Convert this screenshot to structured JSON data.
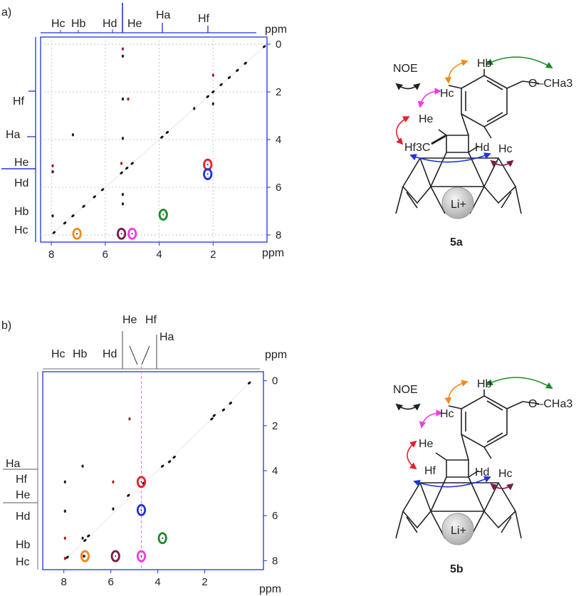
{
  "panels": [
    {
      "label": "a)",
      "compound": "5a",
      "noe_label": "NOE",
      "unit": "ppm",
      "top_projection_labels": [
        "Hc",
        "Hb",
        "Hd",
        "He",
        "Ha",
        "Hf"
      ],
      "left_projection_labels": [
        "Hf",
        "Ha",
        "He",
        "Hd",
        "Hb",
        "Hc"
      ],
      "structure_labels": {
        "hb": "Hb",
        "hc1": "Hc",
        "o_cha3": "O–CHa3",
        "he": "He",
        "hf3c": "Hf3C",
        "hd": "Hd",
        "hc2": "Hc",
        "li": "Li+"
      }
    },
    {
      "label": "b)",
      "compound": "5b",
      "noe_label": "NOE",
      "unit": "ppm",
      "top_projection_labels": [
        "Hc",
        "Hb",
        "Hd",
        "He",
        "Hf",
        "Ha"
      ],
      "left_projection_labels": [
        "Ha",
        "Hf",
        "He",
        "Hd",
        "Hb",
        "Hc"
      ],
      "structure_labels": {
        "hb": "Hb",
        "hc1": "Hc",
        "o_cha3": "O–CHa3",
        "he": "He",
        "hf": "Hf",
        "hd": "Hd",
        "hc2": "Hc",
        "li": "Li+"
      }
    }
  ],
  "chart_data": [
    {
      "type": "scatter",
      "panel": "a)",
      "xlabel": "ppm",
      "ylabel": "ppm",
      "xlim": [
        8.4,
        0.0
      ],
      "ylim": [
        -0.3,
        8.3
      ],
      "xticks": [
        "8",
        "6",
        "4",
        "2"
      ],
      "yticks": [
        "0",
        "2",
        "4",
        "6",
        "8"
      ],
      "grid": true,
      "diagonal": [
        [
          7.9,
          7.9
        ],
        [
          7.5,
          7.5
        ],
        [
          7.2,
          7.2
        ],
        [
          6.8,
          6.8
        ],
        [
          6.4,
          6.4
        ],
        [
          6.1,
          6.1
        ],
        [
          5.4,
          5.4
        ],
        [
          5.2,
          5.2
        ],
        [
          5.0,
          5.0
        ],
        [
          3.9,
          3.9
        ],
        [
          3.7,
          3.7
        ],
        [
          2.2,
          2.2
        ],
        [
          2.0,
          2.0
        ],
        [
          1.7,
          1.7
        ],
        [
          1.4,
          1.4
        ],
        [
          1.1,
          1.1
        ],
        [
          0.8,
          0.8
        ],
        [
          0.1,
          0.1
        ]
      ],
      "cross_peaks": [
        [
          5.35,
          0.2
        ],
        [
          5.35,
          0.5
        ],
        [
          5.35,
          2.3
        ],
        [
          5.15,
          2.3
        ],
        [
          5.35,
          3.95
        ],
        [
          7.2,
          3.8
        ],
        [
          7.95,
          5.1
        ],
        [
          7.95,
          5.35
        ],
        [
          7.95,
          7.2
        ],
        [
          5.4,
          5.0
        ],
        [
          5.35,
          6.3
        ],
        [
          5.35,
          6.7
        ],
        [
          2.0,
          1.3
        ],
        [
          2.0,
          2.5
        ],
        [
          2.7,
          2.7
        ]
      ],
      "noe_markers": [
        {
          "x": 2.2,
          "y": 5.05,
          "color": "#e8202a"
        },
        {
          "x": 2.2,
          "y": 5.45,
          "color": "#1e34e0"
        },
        {
          "x": 3.85,
          "y": 7.15,
          "color": "#1d8a2b"
        },
        {
          "x": 7.05,
          "y": 7.95,
          "color": "#f28a1c"
        },
        {
          "x": 5.4,
          "y": 7.95,
          "color": "#7a1d4a"
        },
        {
          "x": 5.0,
          "y": 7.95,
          "color": "#f03ce0"
        }
      ]
    },
    {
      "type": "scatter",
      "panel": "b)",
      "xlabel": "ppm",
      "ylabel": "ppm",
      "xlim": [
        8.9,
        -0.5
      ],
      "ylim": [
        -0.4,
        8.4
      ],
      "xticks": [
        "8",
        "6",
        "4",
        "2"
      ],
      "yticks": [
        "0",
        "2",
        "4",
        "6",
        "8"
      ],
      "grid": false,
      "diagonal": [
        [
          7.85,
          7.85
        ],
        [
          7.1,
          7.1
        ],
        [
          6.95,
          6.9
        ],
        [
          5.25,
          5.1
        ],
        [
          4.6,
          4.55
        ],
        [
          3.8,
          3.8
        ],
        [
          3.5,
          3.6
        ],
        [
          3.3,
          3.4
        ],
        [
          1.7,
          1.7
        ],
        [
          1.6,
          1.55
        ],
        [
          1.2,
          1.3
        ],
        [
          0.9,
          1.0
        ],
        [
          0.1,
          0.1
        ]
      ],
      "cross_peaks": [
        [
          5.2,
          1.7
        ],
        [
          7.2,
          3.8
        ],
        [
          7.95,
          4.5
        ],
        [
          5.9,
          4.5
        ],
        [
          5.9,
          5.7
        ],
        [
          7.95,
          5.8
        ],
        [
          7.95,
          7.0
        ],
        [
          7.2,
          7.0
        ],
        [
          7.15,
          7.8
        ],
        [
          7.95,
          7.9
        ]
      ],
      "noe_markers": [
        {
          "x": 4.7,
          "y": 4.5,
          "color": "#e8202a"
        },
        {
          "x": 4.7,
          "y": 5.75,
          "color": "#1e34e0"
        },
        {
          "x": 3.8,
          "y": 7.0,
          "color": "#1d8a2b"
        },
        {
          "x": 7.1,
          "y": 7.8,
          "color": "#f28a1c"
        },
        {
          "x": 5.8,
          "y": 7.8,
          "color": "#7a1d4a"
        },
        {
          "x": 4.7,
          "y": 7.8,
          "color": "#f03ce0"
        }
      ]
    }
  ]
}
